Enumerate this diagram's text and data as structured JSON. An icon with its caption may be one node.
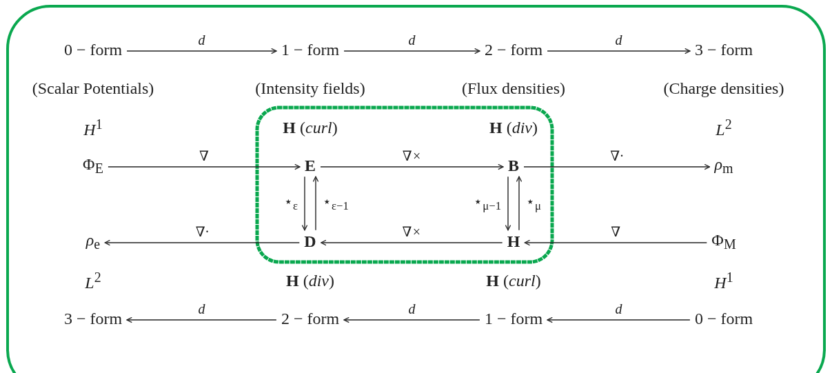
{
  "diagram": {
    "nodes": [
      {
        "text": [
          "0 − form"
        ]
      },
      {
        "text": [
          "1 − form"
        ]
      },
      {
        "text": [
          "2 − form"
        ]
      },
      {
        "text": [
          "3 − form"
        ]
      },
      {
        "text": [
          "Φ$_{E}$"
        ]
      },
      {
        "text": [
          "E"
        ]
      },
      {
        "text": [
          "B"
        ]
      },
      {
        "text": [
          "*ρ*$_{m}$"
        ]
      },
      {
        "text": [
          "*ρ*$_{e}$"
        ]
      },
      {
        "text": [
          "D"
        ]
      },
      {
        "text": [
          "H"
        ]
      },
      {
        "text": [
          "Φ$_{M}$"
        ]
      },
      {
        "text": [
          "3 − form"
        ]
      },
      {
        "text": [
          "2 − form"
        ]
      },
      {
        "text": [
          "1 − form"
        ]
      },
      {
        "text": [
          "0 − form"
        ]
      }
    ],
    "edges": [
      {
        "from": 0,
        "to": 1,
        "arrow": "to",
        "label": "d"
      },
      {
        "from": 1,
        "to": 2,
        "arrow": "to",
        "label": "d"
      },
      {
        "from": 2,
        "to": 3,
        "arrow": "to",
        "label": "d"
      },
      {
        "from": 4,
        "to": 5,
        "arrow": "to",
        "label": "∇"
      },
      {
        "from": 5,
        "to": 6,
        "arrow": "to",
        "label": "∇×"
      },
      {
        "from": 6,
        "to": 7,
        "arrow": "to",
        "label": "∇·"
      },
      {
        "from": 5,
        "to": 9,
        "arrow": "to",
        "label": "⋆$_{ε}$"
      },
      {
        "from": 9,
        "to": 5,
        "arrow": "to",
        "label": "⋆$_{ε−1}$"
      },
      {
        "from": 6,
        "to": 10,
        "arrow": "to",
        "label": "⋆$_{μ−1}$"
      },
      {
        "from": 10,
        "to": 6,
        "arrow": "to",
        "label": "⋆$_{μ}$"
      },
      {
        "from": 9,
        "to": 8,
        "arrow": "to",
        "label": "∇·"
      },
      {
        "from": 10,
        "to": 9,
        "arrow": "to",
        "label": "∇×"
      },
      {
        "from": 11,
        "to": 10,
        "arrow": "to",
        "label": "∇"
      },
      {
        "from": 13,
        "to": 12,
        "arrow": "to",
        "label": "d"
      },
      {
        "from": 14,
        "to": 13,
        "arrow": "to",
        "label": "d"
      },
      {
        "from": 15,
        "to": 14,
        "arrow": "to",
        "label": "d"
      }
    ],
    "labels": [
      "(Scalar Potentials)",
      "(Intensity fields)",
      "(Flux densities)",
      "(Charge densities)",
      "*H*$^{1}$",
      "**H** (*curl*)",
      "**H** (*div*)",
      "*L*$^{2}$",
      "*L*$^{2}$",
      "**H** (*div*)",
      "**H** (*curl*)",
      "*H*$^{1}$"
    ]
  }
}
